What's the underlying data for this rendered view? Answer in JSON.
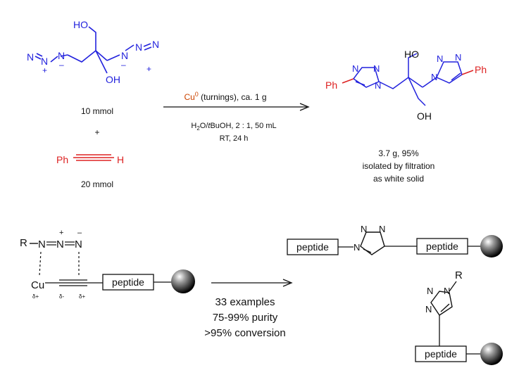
{
  "colors": {
    "azide": "#2222dd",
    "phenyl": "#dd2222",
    "copper": "#cc4400",
    "ink": "#111111"
  },
  "top": {
    "reactant1": {
      "ho_label": "HO",
      "oh_label": "OH",
      "n_label": "N",
      "amount": "10 mmol"
    },
    "plus": "+",
    "reactant2": {
      "ph_label": "Ph",
      "h_label": "H",
      "amount": "20 mmol"
    },
    "conditions": {
      "catalyst_element": "Cu",
      "catalyst_sup": "0",
      "catalyst_rest": " (turnings), ca. 1 g",
      "solvent_part1": "H",
      "solvent_sub": "2",
      "solvent_part2": "O/",
      "solvent_italic": "t",
      "solvent_part3": "BuOH, 2 : 1, 50 mL",
      "time": "RT, 24 h"
    },
    "product": {
      "ho_label": "HO",
      "oh_label": "OH",
      "ph_left": "Ph",
      "ph_right": "Ph",
      "n_label": "N",
      "result_line1": "3.7 g, 95%",
      "result_line2": "isolated by filtration",
      "result_line3": "as white solid"
    }
  },
  "bottom": {
    "transition_state": {
      "r_label": "R",
      "n_label": "N",
      "cu_label": "Cu",
      "delta_minus": "δ-",
      "delta_plus": "δ+",
      "peptide_label": "peptide"
    },
    "stats": {
      "line1": "33 examples",
      "line2": "75-99% purity",
      "line3": ">95% conversion"
    },
    "product1": {
      "peptide_left": "peptide",
      "peptide_right": "peptide",
      "n_label": "N"
    },
    "product2": {
      "r_label": "R",
      "n_label": "N",
      "peptide_label": "peptide"
    }
  }
}
